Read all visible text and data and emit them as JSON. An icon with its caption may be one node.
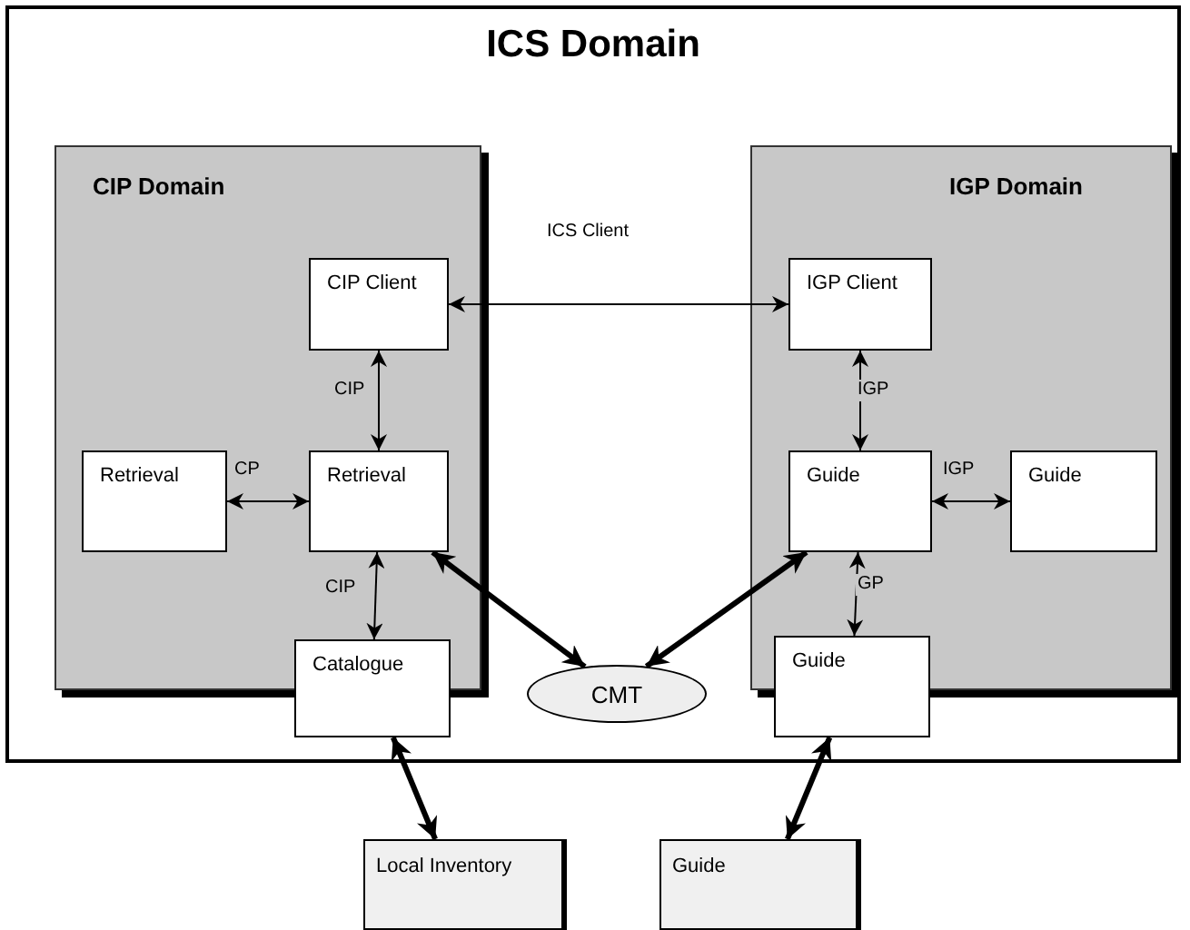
{
  "diagram": {
    "nodes": [
      {
        "text": [
          "ICS Domain"
        ]
      },
      {
        "text": [
          "CIP Domain"
        ],
        "in": 0
      },
      {
        "text": [
          "IGP Domain"
        ],
        "in": 0
      },
      {
        "text": [
          "CIP Client"
        ],
        "in": 1
      },
      {
        "text": [
          "Retrieval"
        ],
        "in": 1
      },
      {
        "text": [
          "Retrieval"
        ],
        "in": 1
      },
      {
        "text": [
          "Catalogue"
        ],
        "in": 0
      },
      {
        "text": [
          "IGP Client"
        ],
        "in": 2
      },
      {
        "text": [
          "Guide"
        ],
        "in": 2
      },
      {
        "text": [
          "Guide"
        ],
        "in": 2
      },
      {
        "text": [
          "Guide"
        ],
        "in": 0
      },
      {
        "text": [
          "CMT"
        ],
        "in": 0
      },
      {
        "text": [
          "Local Inventory"
        ]
      },
      {
        "text": [
          "Guide"
        ]
      }
    ],
    "edges": [
      {
        "from": 3,
        "to": 7,
        "arrow": "both",
        "label": "ICS Client"
      },
      {
        "from": 3,
        "to": 5,
        "arrow": "both",
        "label": "CIP"
      },
      {
        "from": 4,
        "to": 5,
        "arrow": "both",
        "label": "CP"
      },
      {
        "from": 5,
        "to": 6,
        "arrow": "both",
        "label": "CIP"
      },
      {
        "from": 5,
        "to": 11,
        "arrow": "both",
        "style": "thick"
      },
      {
        "from": 8,
        "to": 11,
        "arrow": "both",
        "style": "thick"
      },
      {
        "from": 7,
        "to": 8,
        "arrow": "both",
        "label": "IGP"
      },
      {
        "from": 8,
        "to": 9,
        "arrow": "both",
        "label": "IGP"
      },
      {
        "from": 8,
        "to": 10,
        "arrow": "both",
        "label": "GP"
      },
      {
        "from": 6,
        "to": 12,
        "arrow": "both",
        "style": "thick"
      },
      {
        "from": 10,
        "to": 13,
        "arrow": "both",
        "style": "thick"
      }
    ]
  }
}
